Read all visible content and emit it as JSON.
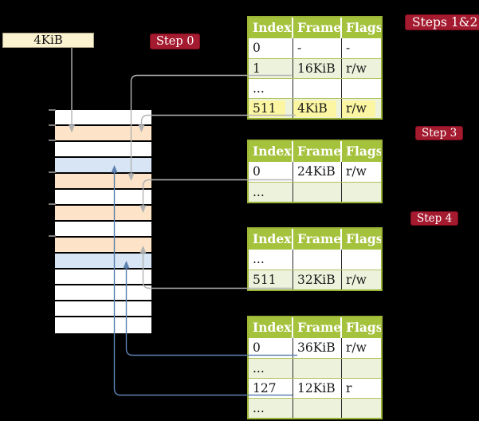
{
  "page_size_box": {
    "label": "4KiB"
  },
  "badges": [
    {
      "label": "Step 0"
    },
    {
      "label": "Steps 1&2"
    },
    {
      "label": "Step 3"
    },
    {
      "label": "Step 4"
    }
  ],
  "memory": {
    "rows": [
      "free",
      "pagetable",
      "free",
      "mapped",
      "pagetable",
      "free",
      "pagetable",
      "free",
      "pagetable",
      "mapped",
      "free",
      "free",
      "free",
      "free"
    ]
  },
  "tables": [
    {
      "headers": [
        "Index",
        "Frame",
        "Flags"
      ],
      "rows": [
        {
          "cells": [
            "0",
            "-",
            "-"
          ]
        },
        {
          "cells": [
            "1",
            "16KiB",
            "r/w"
          ]
        },
        {
          "cells": [
            "...",
            "",
            ""
          ]
        },
        {
          "cells": [
            "511",
            "4KiB",
            "r/w"
          ],
          "highlighted": true
        }
      ]
    },
    {
      "headers": [
        "Index",
        "Frame",
        "Flags"
      ],
      "rows": [
        {
          "cells": [
            "0",
            "24KiB",
            "r/w"
          ]
        },
        {
          "cells": [
            "...",
            "",
            ""
          ]
        }
      ]
    },
    {
      "headers": [
        "Index",
        "Frame",
        "Flags"
      ],
      "rows": [
        {
          "cells": [
            "...",
            "",
            ""
          ]
        },
        {
          "cells": [
            "511",
            "32KiB",
            "r/w"
          ]
        }
      ]
    },
    {
      "headers": [
        "Index",
        "Frame",
        "Flags"
      ],
      "rows": [
        {
          "cells": [
            "0",
            "36KiB",
            "r/w"
          ]
        },
        {
          "cells": [
            "...",
            "",
            ""
          ]
        },
        {
          "cells": [
            "127",
            "12KiB",
            "r"
          ]
        },
        {
          "cells": [
            "...",
            "",
            ""
          ]
        }
      ]
    }
  ],
  "colors": {
    "background": "#000000",
    "table_header_green": "#a5c23d",
    "table_row_green": "#edf2dc",
    "badge_red": "#a41a2f",
    "pagetable_frame_peach": "#fde3c7",
    "mapped_frame_blue": "#d8e5f4",
    "highlight_yellow": "#fcf6a2",
    "root_box_cream": "#fbf2cf",
    "arrow_gray": "#b3b3b3",
    "arrow_blue": "#5d81b0"
  }
}
